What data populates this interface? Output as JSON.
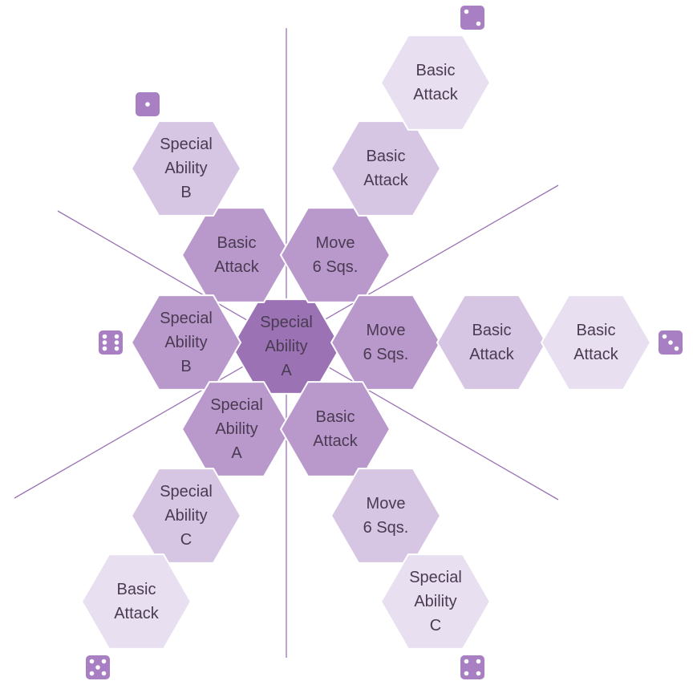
{
  "colors": {
    "center": "#9b73b5",
    "ring1": "#b999cb",
    "ring2": "#d6c6e3",
    "ring3": "#e8e0f0",
    "divider": "#9b73b5",
    "die": "#a87fc2",
    "pip": "#ffffff",
    "text": "#4a3a52"
  },
  "hexes": [
    {
      "id": "center",
      "ring": "center",
      "lines": [
        "Special",
        "Ability",
        "A"
      ]
    },
    {
      "id": "n-inner-left",
      "ring": "ring1",
      "lines": [
        "Basic",
        "Attack"
      ]
    },
    {
      "id": "n-inner-right",
      "ring": "ring1",
      "lines": [
        "Move",
        "6 Sqs."
      ]
    },
    {
      "id": "w-inner",
      "ring": "ring1",
      "lines": [
        "Special",
        "Ability",
        "B"
      ]
    },
    {
      "id": "e-inner",
      "ring": "ring1",
      "lines": [
        "Move",
        "6 Sqs."
      ]
    },
    {
      "id": "s-inner-left",
      "ring": "ring1",
      "lines": [
        "Special",
        "Ability",
        "A"
      ]
    },
    {
      "id": "s-inner-right",
      "ring": "ring1",
      "lines": [
        "Basic",
        "Attack"
      ]
    },
    {
      "id": "nw-mid",
      "ring": "ring2",
      "lines": [
        "Special",
        "Ability",
        "B"
      ]
    },
    {
      "id": "ne-mid",
      "ring": "ring2",
      "lines": [
        "Basic",
        "Attack"
      ]
    },
    {
      "id": "ne-outer",
      "ring": "ring3",
      "lines": [
        "Basic",
        "Attack"
      ]
    },
    {
      "id": "e-mid",
      "ring": "ring2",
      "lines": [
        "Basic",
        "Attack"
      ]
    },
    {
      "id": "e-outer",
      "ring": "ring3",
      "lines": [
        "Basic",
        "Attack"
      ]
    },
    {
      "id": "sw-mid",
      "ring": "ring2",
      "lines": [
        "Special",
        "Ability",
        "C"
      ]
    },
    {
      "id": "sw-outer",
      "ring": "ring3",
      "lines": [
        "Basic",
        "Attack"
      ]
    },
    {
      "id": "se-mid",
      "ring": "ring2",
      "lines": [
        "Move",
        "6 Sqs."
      ]
    },
    {
      "id": "se-outer",
      "ring": "ring3",
      "lines": [
        "Special",
        "Ability",
        "C"
      ]
    }
  ],
  "dice": [
    {
      "id": "die-nw",
      "face": 1
    },
    {
      "id": "die-ne",
      "face": 2
    },
    {
      "id": "die-w",
      "face": 6
    },
    {
      "id": "die-e",
      "face": 3
    },
    {
      "id": "die-sw",
      "face": 5
    },
    {
      "id": "die-se",
      "face": 4
    }
  ]
}
